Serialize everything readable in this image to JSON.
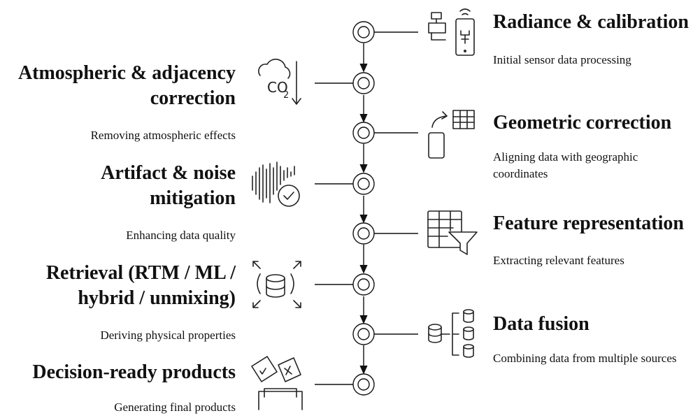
{
  "steps_right": [
    {
      "title": "Radiance & calibration",
      "desc": "Initial sensor data processing",
      "icon": "sensor-device-icon"
    },
    {
      "title": "Geometric correction",
      "desc": "Aligning data with geographic coordinates",
      "icon": "geo-transform-icon"
    },
    {
      "title": "Feature representation",
      "desc": "Extracting relevant features",
      "icon": "table-filter-icon"
    },
    {
      "title": "Data fusion",
      "desc": "Combining data from multiple sources",
      "icon": "database-merge-icon"
    }
  ],
  "steps_left": [
    {
      "title_l1": "Atmospheric & adjacency",
      "title_l2": "correction",
      "desc": "Removing atmospheric effects",
      "icon": "co2-cloud-icon"
    },
    {
      "title_l1": "Artifact & noise",
      "title_l2": "mitigation",
      "desc": "Enhancing data quality",
      "icon": "signal-check-icon"
    },
    {
      "title_l1": "Retrieval (RTM / ML /",
      "title_l2": "hybrid / unmixing)",
      "desc": "Deriving physical properties",
      "icon": "database-expand-icon"
    },
    {
      "title_l1": "Decision-ready products",
      "desc": "Generating final products",
      "icon": "decision-cards-icon"
    }
  ],
  "icon_text": {
    "co2": "CO",
    "co2_sub": "2"
  }
}
